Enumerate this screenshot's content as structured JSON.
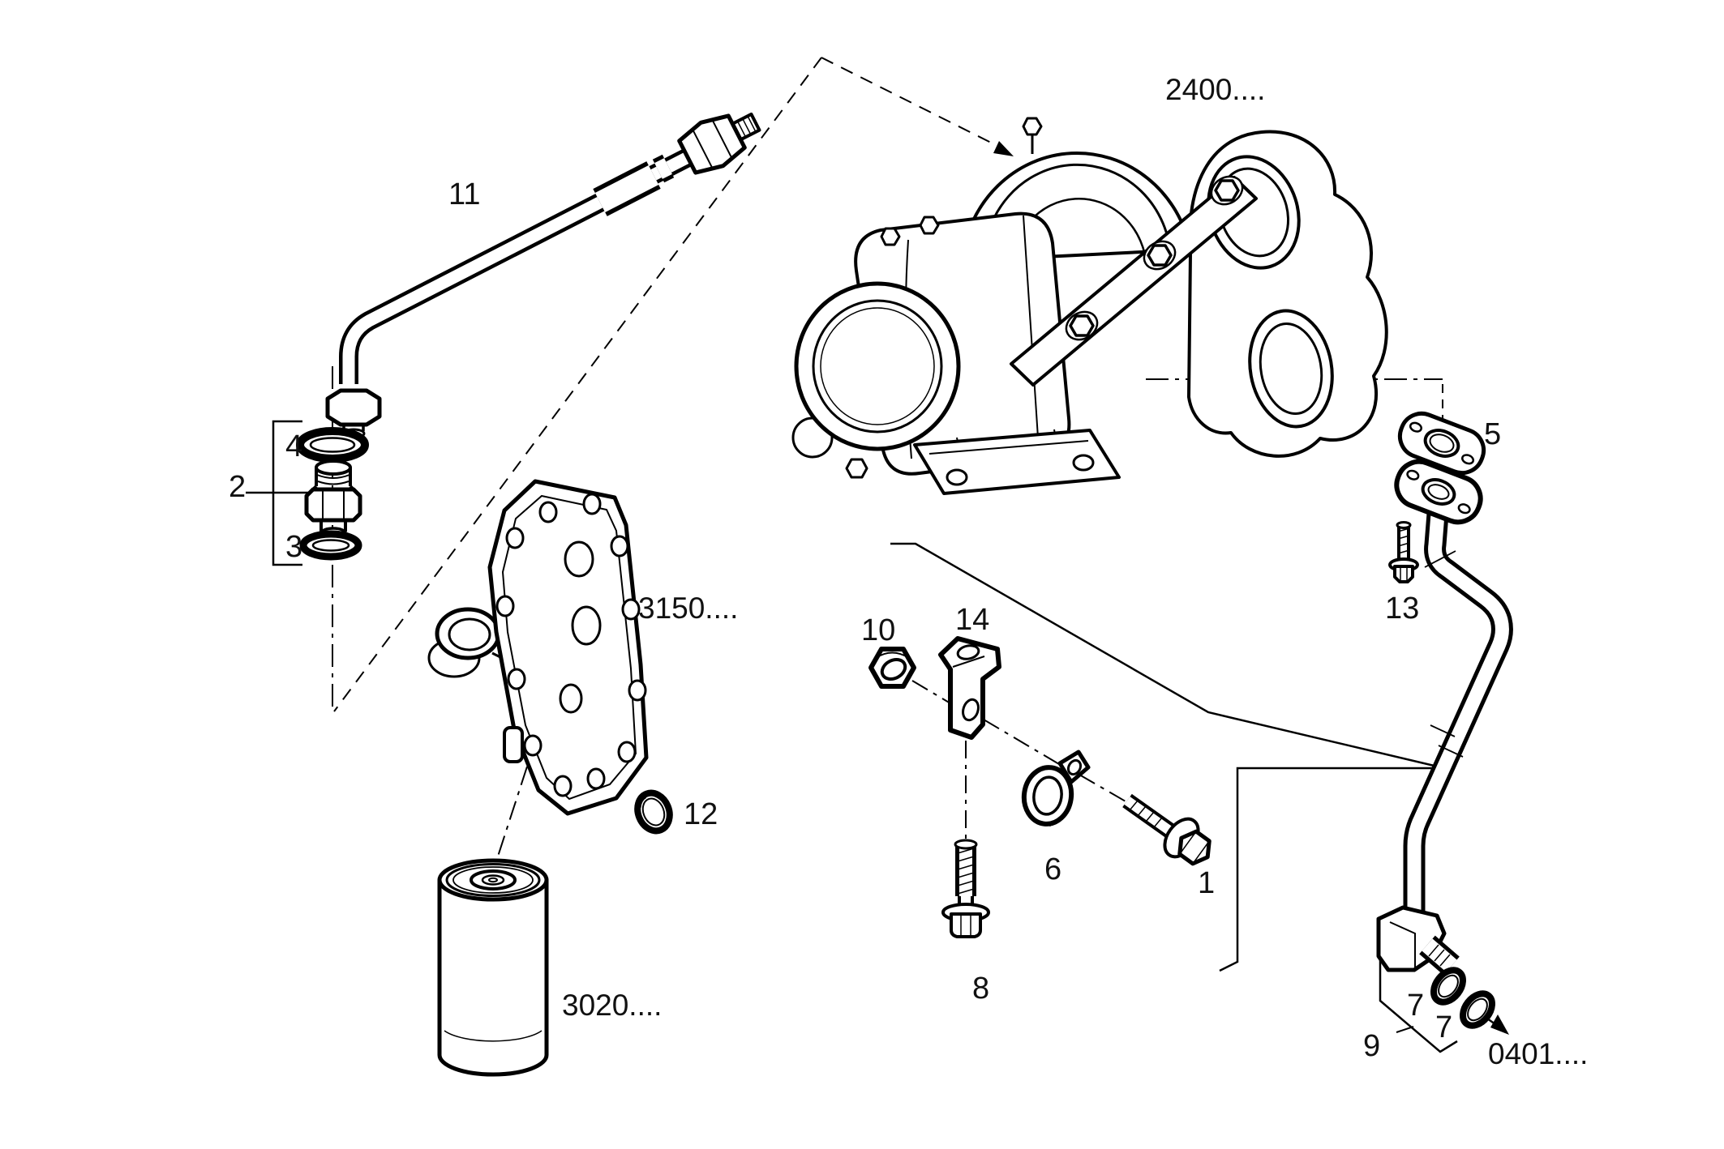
{
  "diagram": {
    "labels": {
      "item_1": "1",
      "item_2": "2",
      "item_3": "3",
      "item_4": "4",
      "item_5": "5",
      "item_6": "6",
      "item_7a": "7",
      "item_7b": "7",
      "item_8": "8",
      "item_9": "9",
      "item_10": "10",
      "item_11": "11",
      "item_12": "12",
      "item_13": "13",
      "item_14": "14",
      "group_turbocharger": "2400....",
      "group_oil_cooler": "3150....",
      "group_oil_filter": "3020....",
      "ref_next_figure": "0401...."
    },
    "colors": {
      "line": "#000000",
      "background": "#ffffff",
      "label": "#111111"
    }
  }
}
